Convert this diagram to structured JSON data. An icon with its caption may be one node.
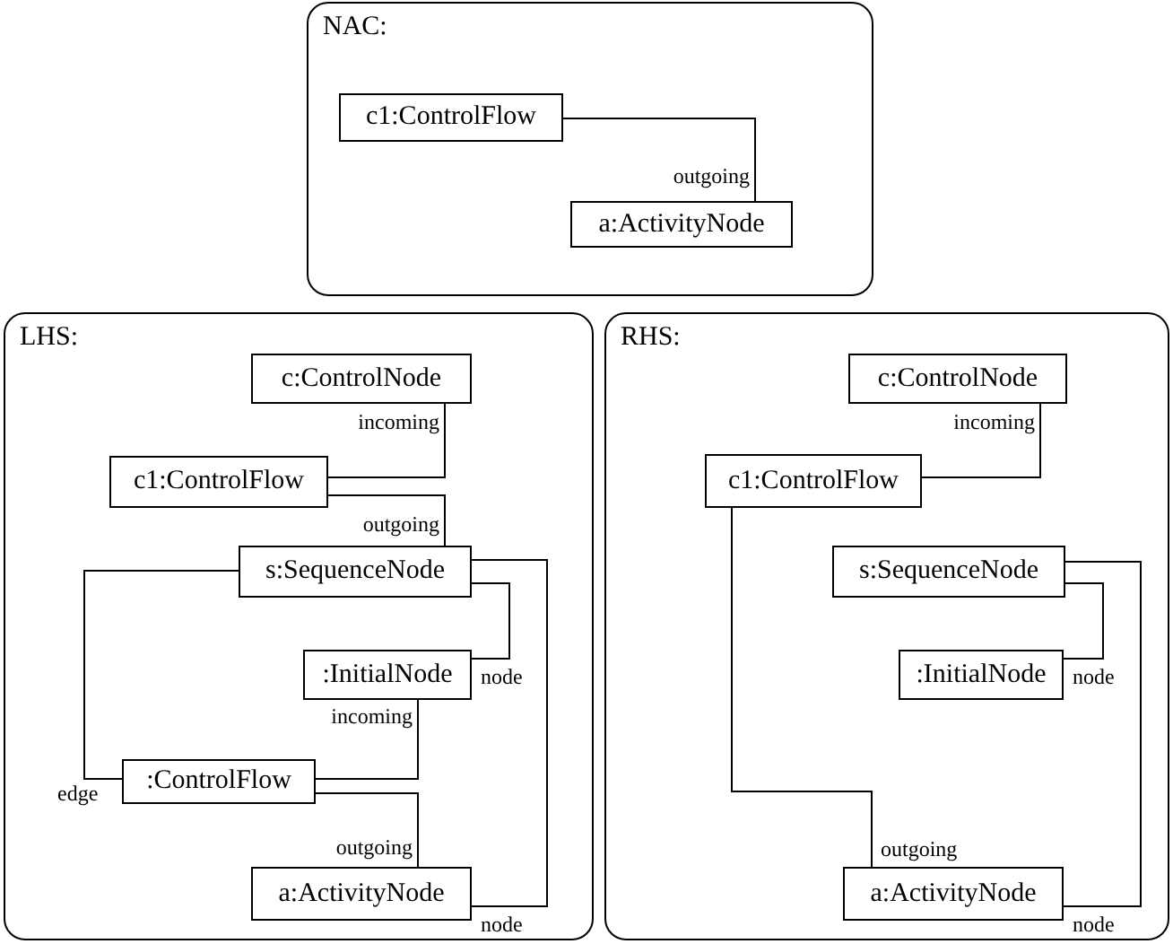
{
  "diagram": {
    "nodes": [
      {
        "text": [
          "NAC:"
        ]
      },
      {
        "text": [
          "c1:ControlFlow"
        ],
        "in": 0
      },
      {
        "text": [
          "a:ActivityNode"
        ],
        "in": 0
      },
      {
        "text": [
          "LHS:"
        ]
      },
      {
        "text": [
          "c:ControlNode"
        ],
        "in": 3
      },
      {
        "text": [
          "c1:ControlFlow"
        ],
        "in": 3
      },
      {
        "text": [
          "s:SequenceNode"
        ],
        "in": 3
      },
      {
        "text": [
          ":InitialNode"
        ],
        "in": 3
      },
      {
        "text": [
          ":ControlFlow"
        ],
        "in": 3
      },
      {
        "text": [
          "a:ActivityNode"
        ],
        "in": 3
      },
      {
        "text": [
          "RHS:"
        ]
      },
      {
        "text": [
          "c:ControlNode"
        ],
        "in": 10
      },
      {
        "text": [
          "c1:ControlFlow"
        ],
        "in": 10
      },
      {
        "text": [
          "s:SequenceNode"
        ],
        "in": 10
      },
      {
        "text": [
          ":InitialNode"
        ],
        "in": 10
      },
      {
        "text": [
          "a:ActivityNode"
        ],
        "in": 10
      }
    ],
    "edges": [
      {
        "from": 1,
        "to": 2,
        "arrow": "none",
        "label": "outgoing"
      },
      {
        "from": 5,
        "to": 4,
        "arrow": "none",
        "label": "incoming"
      },
      {
        "from": 5,
        "to": 6,
        "arrow": "none",
        "label": "outgoing"
      },
      {
        "from": 6,
        "to": 7,
        "arrow": "none",
        "label": "node"
      },
      {
        "from": 6,
        "to": 8,
        "arrow": "none",
        "label": "edge"
      },
      {
        "from": 8,
        "to": 7,
        "arrow": "none",
        "label": "incoming"
      },
      {
        "from": 8,
        "to": 9,
        "arrow": "none",
        "label": "outgoing"
      },
      {
        "from": 6,
        "to": 9,
        "arrow": "none",
        "label": "node"
      },
      {
        "from": 12,
        "to": 11,
        "arrow": "none",
        "label": "incoming"
      },
      {
        "from": 12,
        "to": 15,
        "arrow": "none",
        "label": "outgoing"
      },
      {
        "from": 13,
        "to": 14,
        "arrow": "none",
        "label": "node"
      },
      {
        "from": 13,
        "to": 15,
        "arrow": "none",
        "label": "node"
      }
    ]
  }
}
